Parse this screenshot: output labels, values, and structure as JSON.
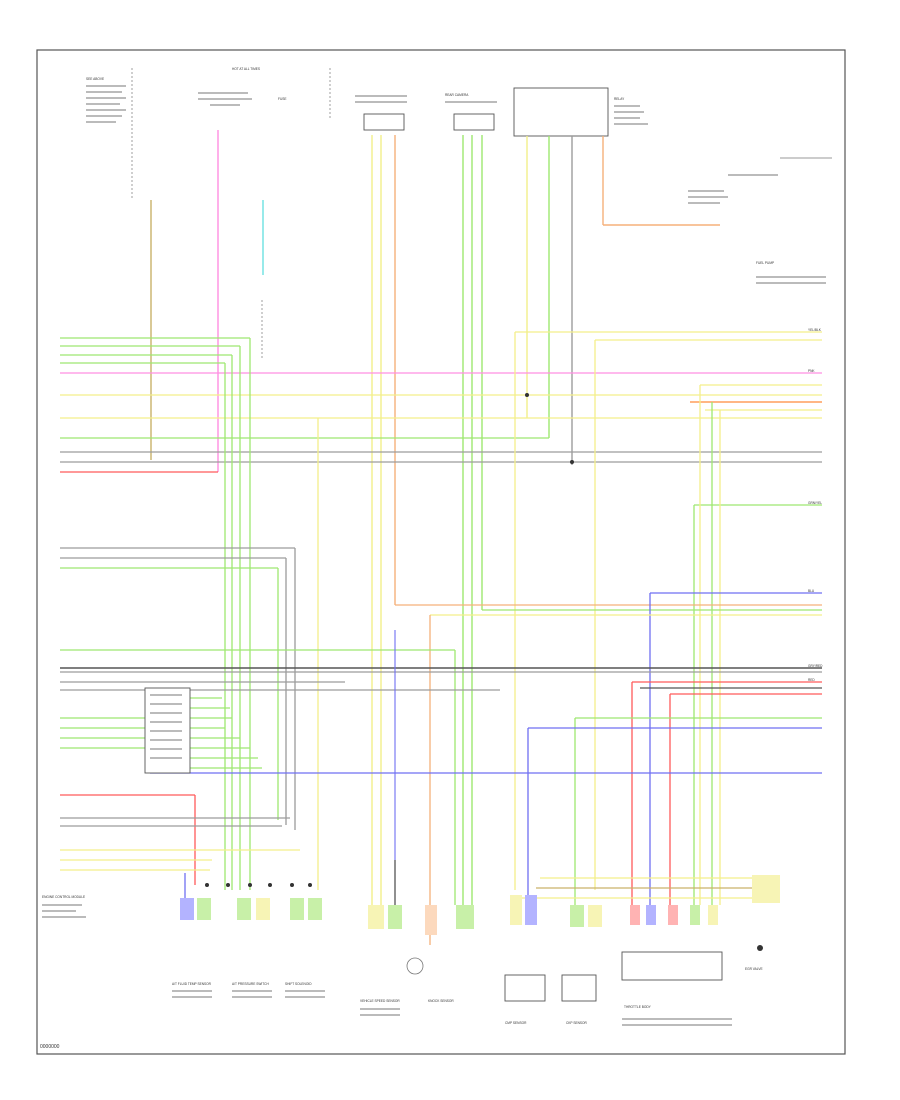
{
  "diagram": {
    "code": "0000000",
    "colors": {
      "yellow": "#f3ef8a",
      "green": "#9ee870",
      "gray": "#9c9c9c",
      "pink": "#ff8fe2",
      "red": "#ff5a5a",
      "blue": "#6f6ff2",
      "orange": "#f5b07a",
      "tan": "#c9b26a",
      "cyan": "#7fe5e5",
      "darkgray": "#555555"
    },
    "labels": {
      "top_left": "SEE ABOVE",
      "top_mid": "HOT AT ALL TIMES",
      "fuse": "FUSE",
      "rear_cam": "REAR CAMERA",
      "relay": "RELAY",
      "fuel_pump": "FUEL PUMP",
      "module": "ENGINE CONTROL MODULE",
      "sensor_a": "A/T FLUID TEMP SENSOR",
      "sensor_b": "A/T PRESSURE SWITCH",
      "sensor_c": "SHIFT SOLENOID",
      "sensor_d": "VEHICLE SPEED SENSOR",
      "sensor_e": "KNOCK SENSOR",
      "sensor_f": "CMP SENSOR",
      "sensor_g": "CKP SENSOR",
      "sensor_h": "THROTTLE BODY",
      "sensor_i": "EGR VALVE",
      "wire_yel": "YEL/BLK",
      "wire_grn": "GRN/YEL",
      "wire_gry": "GRY/RED",
      "wire_red": "RED",
      "wire_blu": "BLU",
      "wire_pnk": "PNK"
    }
  }
}
